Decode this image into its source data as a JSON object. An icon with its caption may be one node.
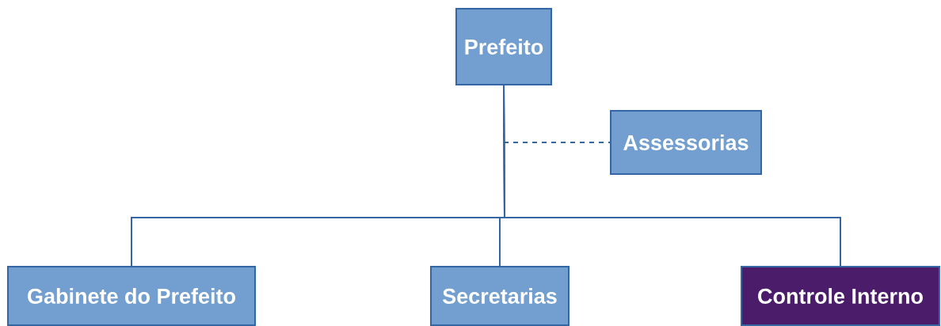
{
  "diagram": {
    "nodes": [
      {
        "text": [
          "Prefeito"
        ]
      },
      {
        "text": [
          "Assessorias"
        ]
      },
      {
        "text": [
          "Gabinete do Prefeito"
        ]
      },
      {
        "text": [
          "Secretarias"
        ]
      },
      {
        "text": [
          "Controle Interno"
        ]
      }
    ],
    "edges": [
      {
        "from": 0,
        "to": 1,
        "arrow": "none",
        "style": "dashed"
      },
      {
        "from": 0,
        "to": 2,
        "arrow": "none"
      },
      {
        "from": 0,
        "to": 3,
        "arrow": "none"
      },
      {
        "from": 0,
        "to": 4,
        "arrow": "none"
      }
    ]
  }
}
